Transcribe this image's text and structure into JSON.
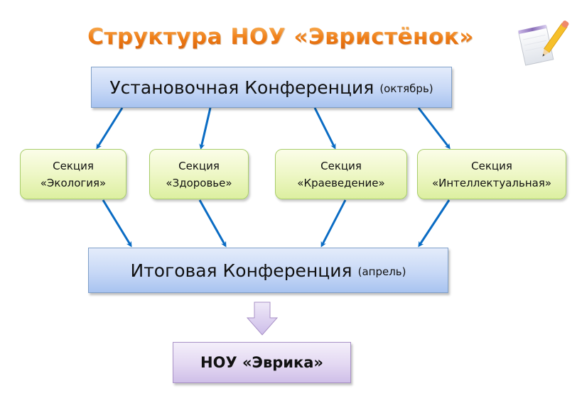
{
  "title": "Структура НОУ «Эвристёнок»",
  "icons": {
    "corner": "notepad-pencil-icon"
  },
  "colors": {
    "title": "#ef7d16",
    "connector": "#0a6cc4",
    "top_box": "#c7d8f6",
    "section_box": "#eef7c6",
    "final_box": "#e3d8f2",
    "down_arrow": "#d9cbef"
  },
  "diagram": {
    "top": {
      "label": "Установочная Конференция",
      "note": "(октябрь)"
    },
    "sections": [
      {
        "line1": "Секция",
        "line2": "«Экология»"
      },
      {
        "line1": "Секция",
        "line2": "«Здоровье»"
      },
      {
        "line1": "Секция",
        "line2": "«Краеведение»"
      },
      {
        "line1": "Секция",
        "line2": "«Интеллектуальная»"
      }
    ],
    "bottom": {
      "label": "Итоговая Конференция",
      "note": "(апрель)"
    },
    "final": {
      "label": "НОУ «Эврика»"
    },
    "edges": [
      {
        "from": "top",
        "to": "section-1"
      },
      {
        "from": "top",
        "to": "section-2"
      },
      {
        "from": "top",
        "to": "section-3"
      },
      {
        "from": "top",
        "to": "section-4"
      },
      {
        "from": "section-1",
        "to": "bottom"
      },
      {
        "from": "section-2",
        "to": "bottom"
      },
      {
        "from": "section-3",
        "to": "bottom"
      },
      {
        "from": "section-4",
        "to": "bottom"
      },
      {
        "from": "bottom",
        "to": "final"
      }
    ]
  }
}
